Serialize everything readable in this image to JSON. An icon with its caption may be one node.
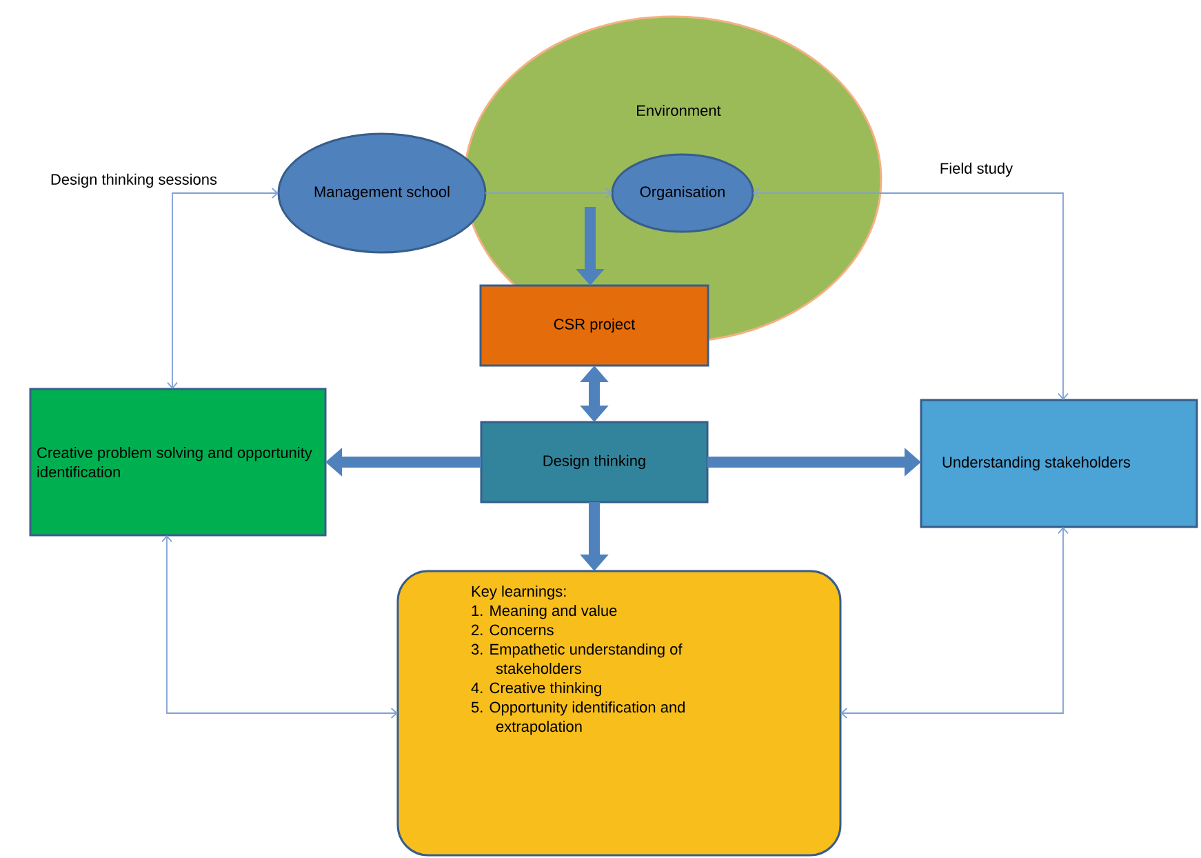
{
  "diagram": {
    "nodes": [
      {
        "text": [
          "Environment"
        ]
      },
      {
        "text": [
          "Management school"
        ]
      },
      {
        "text": [
          "Organisation"
        ],
        "in": 0
      },
      {
        "text": [
          "CSR project"
        ]
      },
      {
        "text": [
          "Design thinking"
        ]
      },
      {
        "text": [
          "Creative problem solving and opportunity identification"
        ]
      },
      {
        "text": [
          "Understanding stakeholders"
        ]
      },
      {
        "text": [
          "Key learnings:",
          "1. Meaning and value",
          "2. Concerns",
          "3. Empathetic understanding of stakeholders",
          "4. Creative thinking",
          "5. Opportunity identification and extrapolation"
        ]
      }
    ],
    "edges": [
      {
        "from": 5,
        "to": 1,
        "arrow": "both",
        "label": "Design thinking sessions"
      },
      {
        "from": 1,
        "to": 2,
        "arrow": "to"
      },
      {
        "from": 6,
        "to": 2,
        "arrow": "both",
        "label": "Field study"
      },
      {
        "from": null,
        "to": 3,
        "arrow": "to",
        "style": "thick",
        "color": "#4f81bd"
      },
      {
        "from": 3,
        "to": 4,
        "arrow": "both",
        "style": "thick",
        "color": "#4f81bd"
      },
      {
        "from": 4,
        "to": 5,
        "arrow": "to",
        "style": "thick",
        "color": "#4f81bd"
      },
      {
        "from": 4,
        "to": 6,
        "arrow": "to",
        "style": "thick",
        "color": "#4f81bd"
      },
      {
        "from": 4,
        "to": 7,
        "arrow": "to",
        "style": "thick",
        "color": "#4f81bd"
      },
      {
        "from": 5,
        "to": 7,
        "arrow": "both"
      },
      {
        "from": 6,
        "to": 7,
        "arrow": "both"
      }
    ]
  }
}
